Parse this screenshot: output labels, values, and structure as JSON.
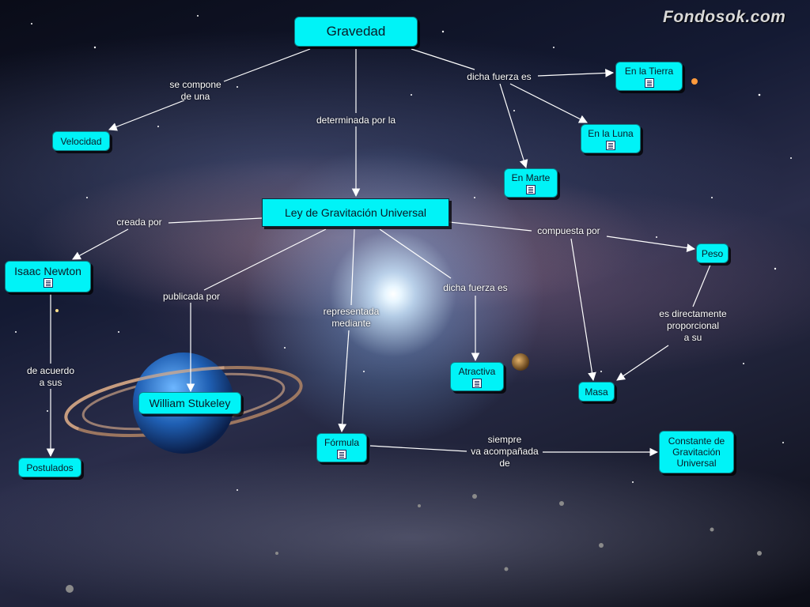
{
  "watermark": "Fondosok.com",
  "nodes": {
    "gravedad": "Gravedad",
    "en_la_tierra": "En la Tierra",
    "en_la_luna": "En la Luna",
    "en_marte": "En Marte",
    "velocidad": "Velocidad",
    "ley": "Ley de Gravitación Universal",
    "isaac_newton": "Isaac Newton",
    "peso": "Peso",
    "william_stukeley": "William Stukeley",
    "atractiva": "Atractiva",
    "masa": "Masa",
    "postulados": "Postulados",
    "formula": "Fórmula",
    "constante": "Constante de\nGravitación\nUniversal"
  },
  "links": {
    "se_compone": "se compone\nde una",
    "dicha_fuerza_1": "dicha fuerza es",
    "determinada": "determinada por la",
    "creada_por": "creada por",
    "compuesta_por": "compuesta por",
    "publicada_por": "publicada por",
    "representada": "representada\nmediante",
    "dicha_fuerza_2": "dicha fuerza es",
    "es_directamente": "es directamente\nproporcional\na su",
    "de_acuerdo": "de acuerdo\na sus",
    "siempre": "siempre\nva acompañada\nde"
  },
  "icons": {
    "resource": "document-icon"
  },
  "colors": {
    "node_fill": "#00f3f7",
    "link_line": "#ffffff",
    "link_text": "#ffffff"
  }
}
